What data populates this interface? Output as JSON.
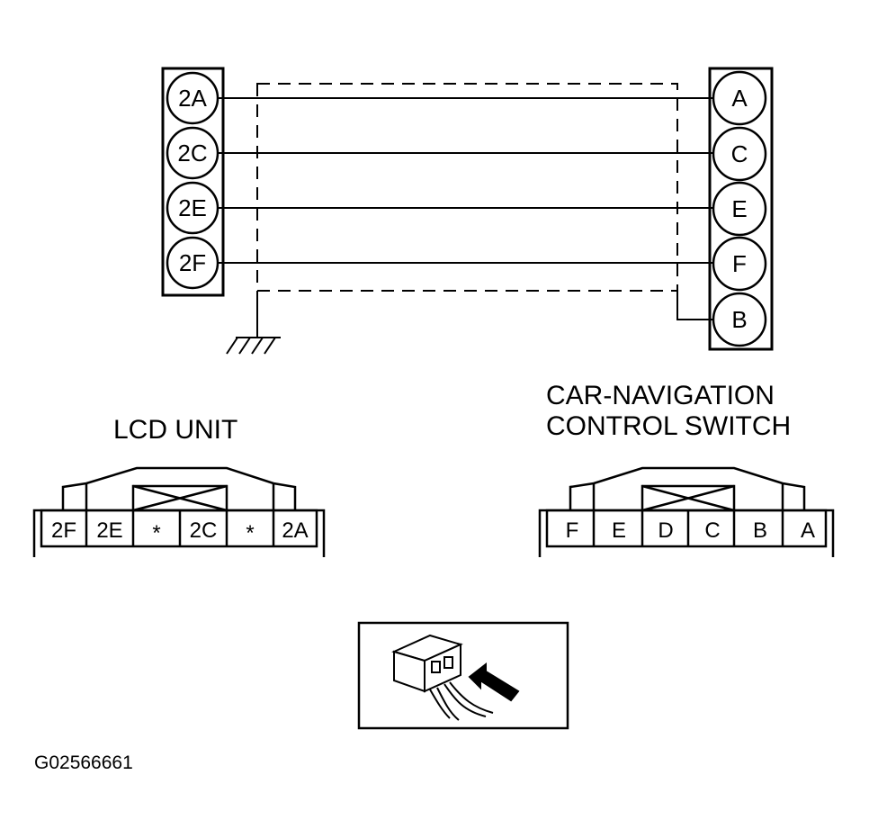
{
  "wiring": {
    "left_pins": [
      "2A",
      "2C",
      "2E",
      "2F"
    ],
    "right_pins": [
      "A",
      "C",
      "E",
      "F",
      "B"
    ],
    "connections": [
      {
        "from": "2A",
        "to": "A"
      },
      {
        "from": "2C",
        "to": "C"
      },
      {
        "from": "2E",
        "to": "E"
      },
      {
        "from": "2F",
        "to": "F"
      }
    ],
    "shield_drain": "B"
  },
  "lcd_unit": {
    "title": "LCD UNIT",
    "terminals": [
      "2F",
      "2E",
      "*",
      "2C",
      "*",
      "2A"
    ]
  },
  "nav_switch": {
    "title_line1": "CAR-NAVIGATION",
    "title_line2": "CONTROL SWITCH",
    "terminals": [
      "F",
      "E",
      "D",
      "C",
      "B",
      "A"
    ]
  },
  "figure_id": "G02566661",
  "colors": {
    "ink": "#000000",
    "background": "#ffffff"
  }
}
